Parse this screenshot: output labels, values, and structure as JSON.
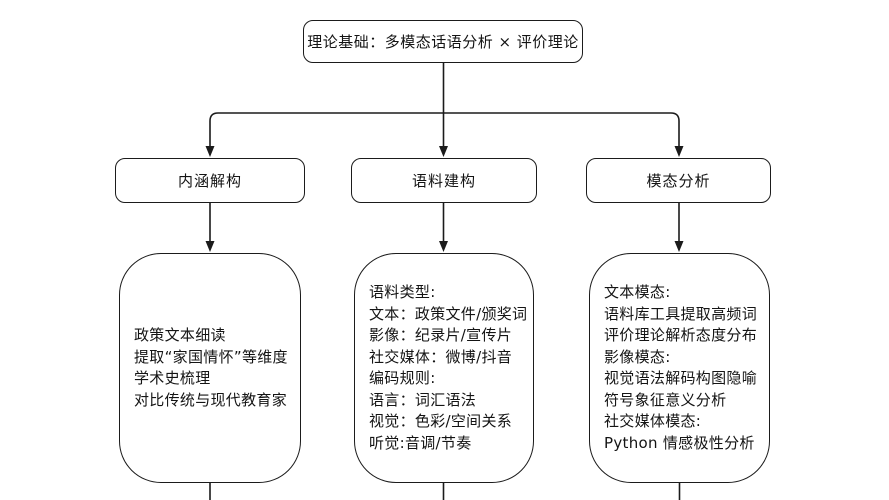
{
  "colors": {
    "background": "#ffffff",
    "stroke": "#1b1b1b",
    "text": "#141414"
  },
  "root_box": {
    "label": "理论基础：多模态话语分析 × 评价理论"
  },
  "branch_boxes": [
    {
      "label": "内涵解构"
    },
    {
      "label": "语料建构"
    },
    {
      "label": "模态分析"
    }
  ],
  "detail_boxes": [
    {
      "lines": [
        "政策文本细读",
        "提取“家国情怀”等维度",
        "学术史梳理",
        "对比传统与现代教育家"
      ]
    },
    {
      "lines": [
        "语料类型:",
        "文本：政策文件/颁奖词",
        "影像：纪录片/宣传片",
        "社交媒体：微博/抖音",
        "编码规则:",
        "语言：词汇语法",
        "视觉：色彩/空间关系",
        "听觉:音调/节奏"
      ]
    },
    {
      "lines": [
        "文本模态:",
        "语料库工具提取高频词",
        "评价理论解析态度分布",
        "影像模态:",
        "视觉语法解码构图隐喻",
        "符号象征意义分析",
        "社交媒体模态:",
        "Python 情感极性分析"
      ]
    }
  ]
}
